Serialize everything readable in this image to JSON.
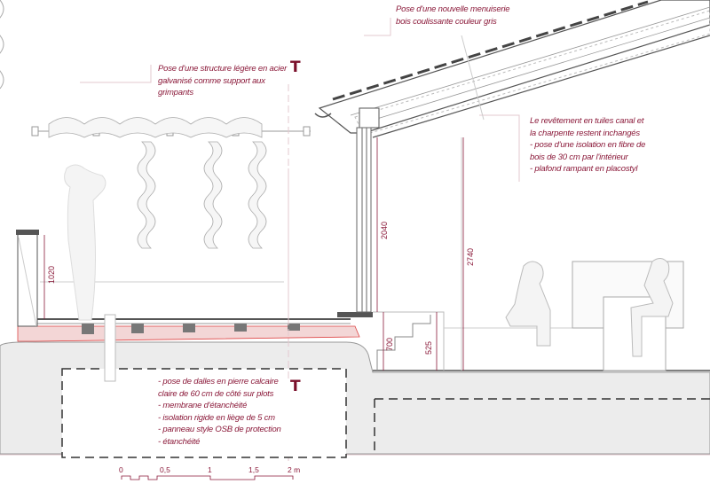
{
  "notes": {
    "structure": [
      "Pose d'une structure légère en acier",
      "galvanisé comme support aux",
      "grimpants"
    ],
    "menuiserie": [
      "Pose d'une nouvelle menuiserie",
      "bois coulissante couleur gris"
    ],
    "roof": [
      "Le revêtement en tuiles canal et",
      "la charpente restent inchangés",
      "- pose d'une isolation en fibre de",
      "bois de 30 cm par l'intérieur",
      "- plafond rampant en placostyl"
    ],
    "terrace": [
      "- pose de dalles en pierre calcaire",
      "claire de 60 cm de côté sur plots",
      "- membrane d'étanchéité",
      "- isolation rigide en liège de 5 cm",
      "- panneau style OSB de protection",
      "- étanchéité"
    ]
  },
  "section_marks": {
    "top": "T",
    "bottom": "T"
  },
  "dimensions": {
    "parapet": "1020",
    "window": "2040",
    "ceiling": "2740",
    "step_high": "700",
    "step_low": "525"
  },
  "scale_bar": {
    "labels": [
      "0",
      "0,5",
      "1",
      "1,5",
      "2 m"
    ]
  },
  "colors": {
    "annotation": "#8b1a3a",
    "line": "#9a9a9a",
    "fill": "#ececec"
  }
}
